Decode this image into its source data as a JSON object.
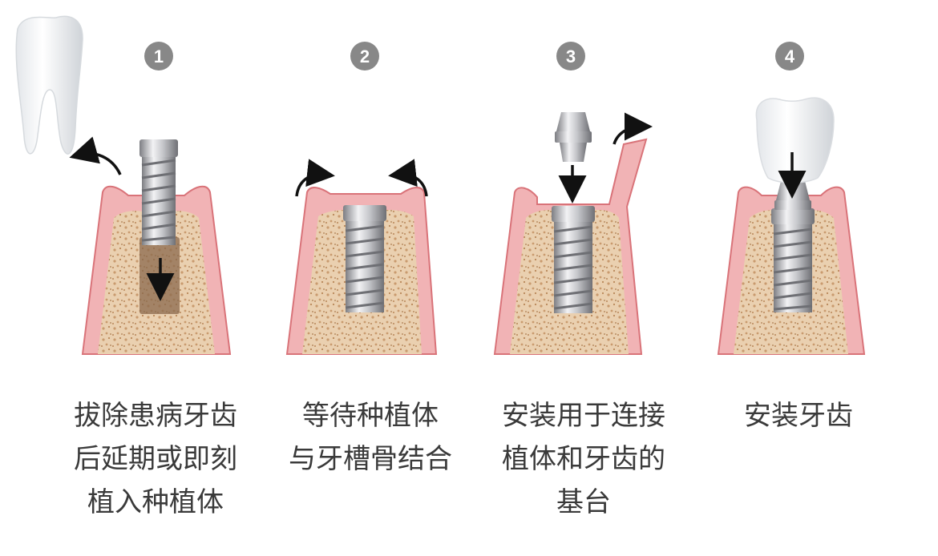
{
  "steps": [
    {
      "number": "1",
      "caption": [
        "拔除患病牙齿",
        "后延期或即刻",
        "植入种植体"
      ]
    },
    {
      "number": "2",
      "caption": [
        "等待种植体",
        "与牙槽骨结合"
      ]
    },
    {
      "number": "3",
      "caption": [
        "安装用于连接",
        "植体和牙齿的",
        "基台"
      ]
    },
    {
      "number": "4",
      "caption": [
        "安装牙齿"
      ]
    }
  ],
  "colors": {
    "gum": "#f1b3b5",
    "gum_edge": "#d97379",
    "bone": "#ead0b0",
    "bone_dots": "#c99a6e",
    "socket": "#8b6a4e",
    "metal_light": "#e6e6e8",
    "metal_dark": "#8e8f94",
    "badge": "#888888",
    "arrow": "#111111",
    "tooth": "#f5f6f7"
  },
  "icons": [
    "extracted-tooth-icon",
    "crown-icon",
    "implant-screw-icon",
    "abutment-icon"
  ]
}
